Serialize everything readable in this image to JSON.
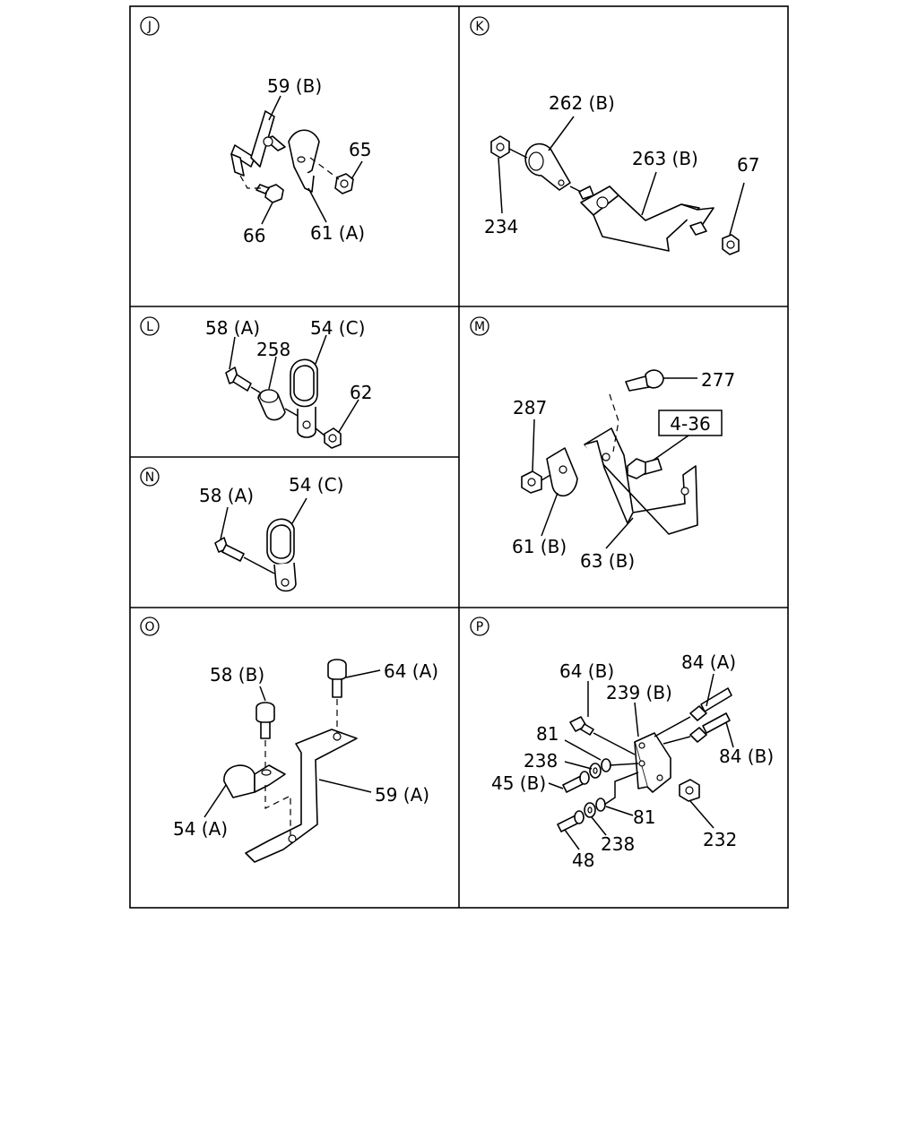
{
  "panels": {
    "J": {
      "id": "J",
      "labels": {
        "p59b": "59 (B)",
        "p65": "65",
        "p66": "66",
        "p61a": "61 (A)"
      }
    },
    "K": {
      "id": "K",
      "labels": {
        "p262b": "262 (B)",
        "p263b": "263 (B)",
        "p67": "67",
        "p234": "234"
      }
    },
    "L": {
      "id": "L",
      "labels": {
        "p58a": "58 (A)",
        "p54c": "54 (C)",
        "p258": "258",
        "p62": "62"
      }
    },
    "M": {
      "id": "M",
      "labels": {
        "p277": "277",
        "p287": "287",
        "p4_36": "4-36",
        "p61b": "61 (B)",
        "p63b": "63 (B)"
      }
    },
    "N": {
      "id": "N",
      "labels": {
        "p58a": "58 (A)",
        "p54c": "54 (C)"
      }
    },
    "O": {
      "id": "O",
      "labels": {
        "p58b": "58 (B)",
        "p64a": "64 (A)",
        "p59a": "59 (A)",
        "p54a": "54 (A)"
      }
    },
    "P": {
      "id": "P",
      "labels": {
        "p64b": "64 (B)",
        "p84a": "84 (A)",
        "p239b": "239 (B)",
        "p81_top": "81",
        "p84b": "84 (B)",
        "p238_top": "238",
        "p45b": "45 (B)",
        "p81_bot": "81",
        "p232": "232",
        "p238_bot": "238",
        "p48": "48"
      }
    }
  }
}
